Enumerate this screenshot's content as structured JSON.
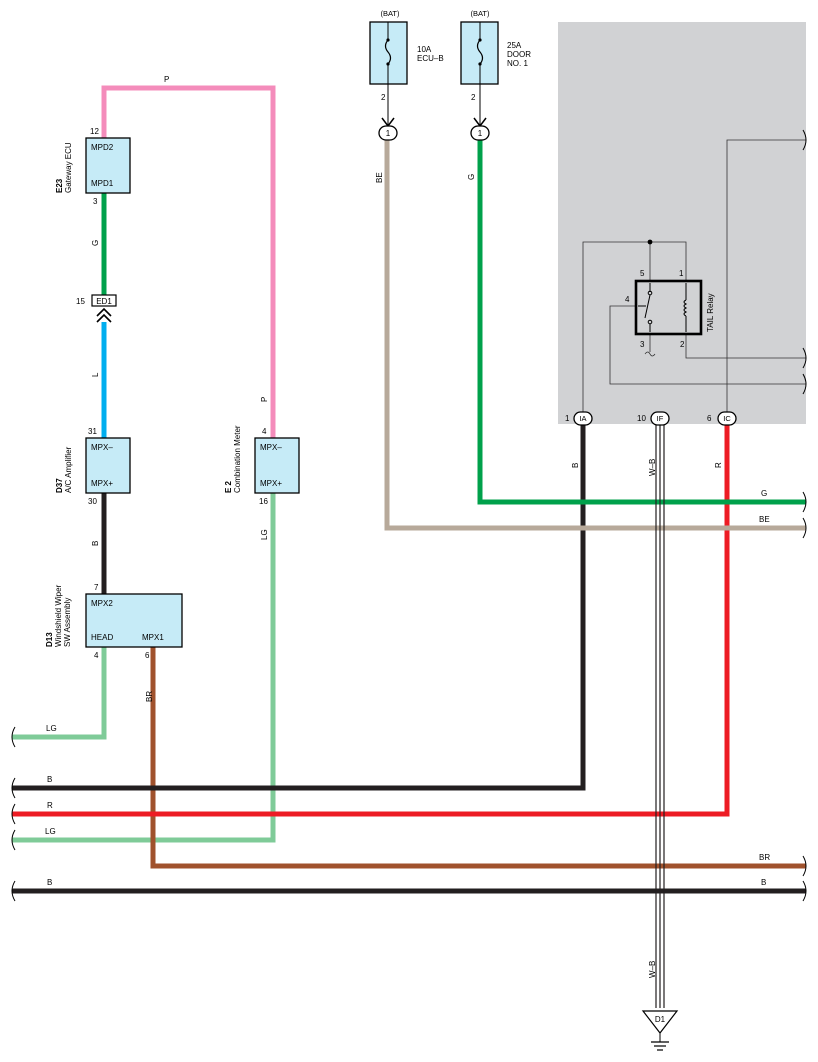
{
  "power": [
    {
      "source": "(BAT)",
      "rating": "10A",
      "name": [
        "ECU–B"
      ],
      "pin": "2",
      "connector": "1"
    },
    {
      "source": "(BAT)",
      "rating": "25A",
      "name": [
        "DOOR",
        "NO. 1"
      ],
      "pin": "2",
      "connector": "1"
    }
  ],
  "components": {
    "e23": {
      "code": "E23",
      "name": "Gateway ECU",
      "t1": "MPD2",
      "t2": "MPD1",
      "p1": "12",
      "p2": "3"
    },
    "d37": {
      "code": "D37",
      "name": "A/C Amplifier",
      "t1": "MPX–",
      "t2": "MPX+",
      "p1": "31",
      "p2": "30"
    },
    "e2": {
      "code": "E 2",
      "name": "Combination Meter",
      "t1": "MPX–",
      "t2": "MPX+",
      "p1": "4",
      "p2": "16"
    },
    "d13": {
      "code": "D13",
      "name": [
        "Windshield Wiper",
        "SW Assembly"
      ],
      "t1": "MPX2",
      "t2": "HEAD",
      "t3": "MPX1",
      "p1": "7",
      "p2": "4",
      "p3": "6"
    }
  },
  "junction": {
    "pin": "15",
    "name": "ED1"
  },
  "relay": {
    "name": "TAIL Relay",
    "pins": [
      "5",
      "1",
      "4",
      "3",
      "2"
    ]
  },
  "connectors": [
    {
      "pin": "1",
      "name": "IA"
    },
    {
      "pin": "10",
      "name": "IF"
    },
    {
      "pin": "6",
      "name": "IC"
    }
  ],
  "ground": {
    "name": "D1"
  },
  "wire_labels": {
    "p": "P",
    "be": "BE",
    "g": "G",
    "l": "L",
    "b": "B",
    "lg": "LG",
    "br": "BR",
    "r": "R",
    "wb": "W–B"
  },
  "colors": {
    "pink": "#f48cbb",
    "green": "#00a14b",
    "blue": "#00aeef",
    "black": "#231f20",
    "lightgreen": "#7fcb98",
    "brown": "#a0522d",
    "tan": "#b7a99a",
    "red": "#ed1c24",
    "gray": "#d1d2d4",
    "component": "#c6ebf7"
  }
}
